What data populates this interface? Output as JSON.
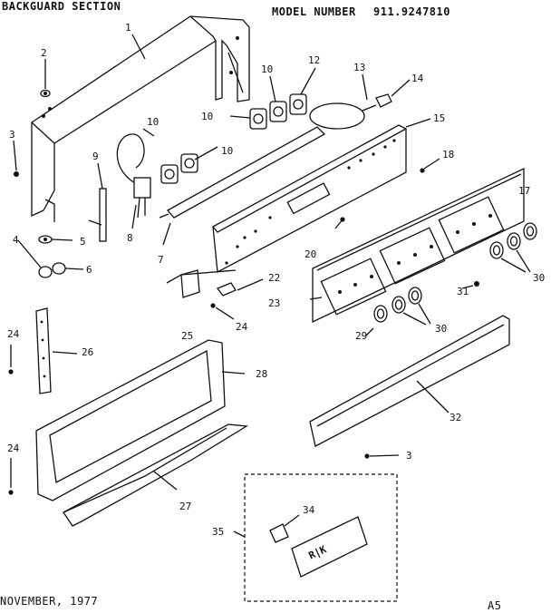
{
  "header": {
    "section_title": "BACKGUARD SECTION",
    "model_label": "MODEL NUMBER",
    "model_number": "911.9247810"
  },
  "footer": {
    "date": "NOVEMBER, 1977",
    "page_code": "A5"
  },
  "callouts": {
    "c1": "1",
    "c2": "2",
    "c3a": "3",
    "c3b": "3",
    "c4": "4",
    "c5": "5",
    "c6": "6",
    "c7": "7",
    "c8": "8",
    "c9": "9",
    "c10a": "10",
    "c10b": "10",
    "c10c": "10",
    "c10d": "10",
    "c12": "12",
    "c13": "13",
    "c14": "14",
    "c15": "15",
    "c17": "17",
    "c18": "18",
    "c20": "20",
    "c22": "22",
    "c23": "23",
    "c24a": "24",
    "c24b": "24",
    "c24c": "24",
    "c25": "25",
    "c26": "26",
    "c27": "27",
    "c28": "28",
    "c29": "29",
    "c30a": "30",
    "c30b": "30",
    "c31": "31",
    "c32": "32",
    "c34": "34",
    "c35": "35"
  }
}
